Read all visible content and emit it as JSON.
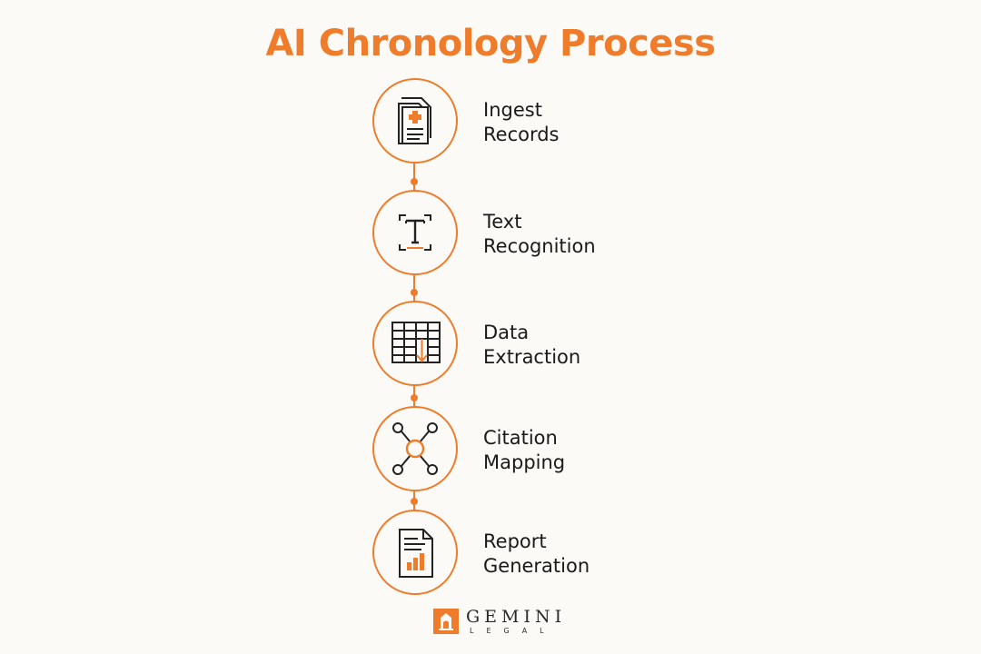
{
  "title": "AI Chronology Process",
  "colors": {
    "accent": "#ee7c2b",
    "text": "#1a1a1a",
    "background": "#fbfaf7"
  },
  "steps": [
    {
      "line1": "Ingest",
      "line2": "Records",
      "icon": "medical-records-icon"
    },
    {
      "line1": "Text",
      "line2": "Recognition",
      "icon": "text-scan-icon"
    },
    {
      "line1": "Data",
      "line2": "Extraction",
      "icon": "table-extract-icon"
    },
    {
      "line1": "Citation",
      "line2": "Mapping",
      "icon": "network-nodes-icon"
    },
    {
      "line1": "Report",
      "line2": "Generation",
      "icon": "report-chart-icon"
    }
  ],
  "logo": {
    "name": "GEMINI",
    "subtitle": "LEGAL"
  }
}
